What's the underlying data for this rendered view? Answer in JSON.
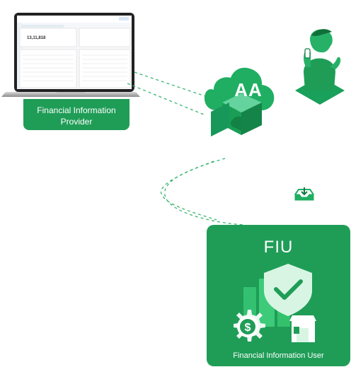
{
  "providers": {
    "fip_label_line1": "Financial Information",
    "fip_label_line2": "Provider"
  },
  "aggregator": {
    "label": "AA"
  },
  "users": {
    "fiu_title": "FIU",
    "fiu_label": "Financial Information User"
  },
  "dashboard": {
    "metric_value": "13,11,818"
  },
  "colors": {
    "primary_green": "#1f9d57",
    "light_green": "#63d29c",
    "dark_green": "#137a43"
  }
}
